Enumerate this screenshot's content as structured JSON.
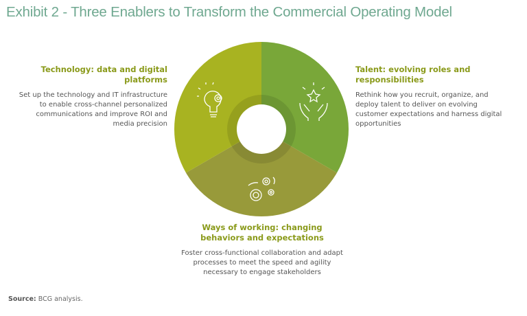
{
  "title": "Exhibit 2 - Three Enablers to Transform the Commercial Operating Model",
  "segments": [
    {
      "heading": "Technology: data and digital platforms",
      "body": "Set up the technology and IT infrastructure to enable cross-channel personalized communications and improve ROI and media precision",
      "icon": "lightbulb-gear-icon",
      "color": "#a8b321"
    },
    {
      "heading": "Talent: evolving roles and responsibilities",
      "body": "Rethink how you recruit, organize, and deploy talent to deliver on evolving customer expectations and harness digital opportunities",
      "icon": "hands-star-icon",
      "color": "#79a739"
    },
    {
      "heading": "Ways of working: changing behaviors and expectations",
      "body": "Foster cross-functional collaboration and adapt processes to meet the speed and agility necessary to engage stakeholders",
      "icon": "gears-icon",
      "color": "#989a3a"
    }
  ],
  "source": {
    "label": "Source:",
    "text": "BCG analysis."
  }
}
